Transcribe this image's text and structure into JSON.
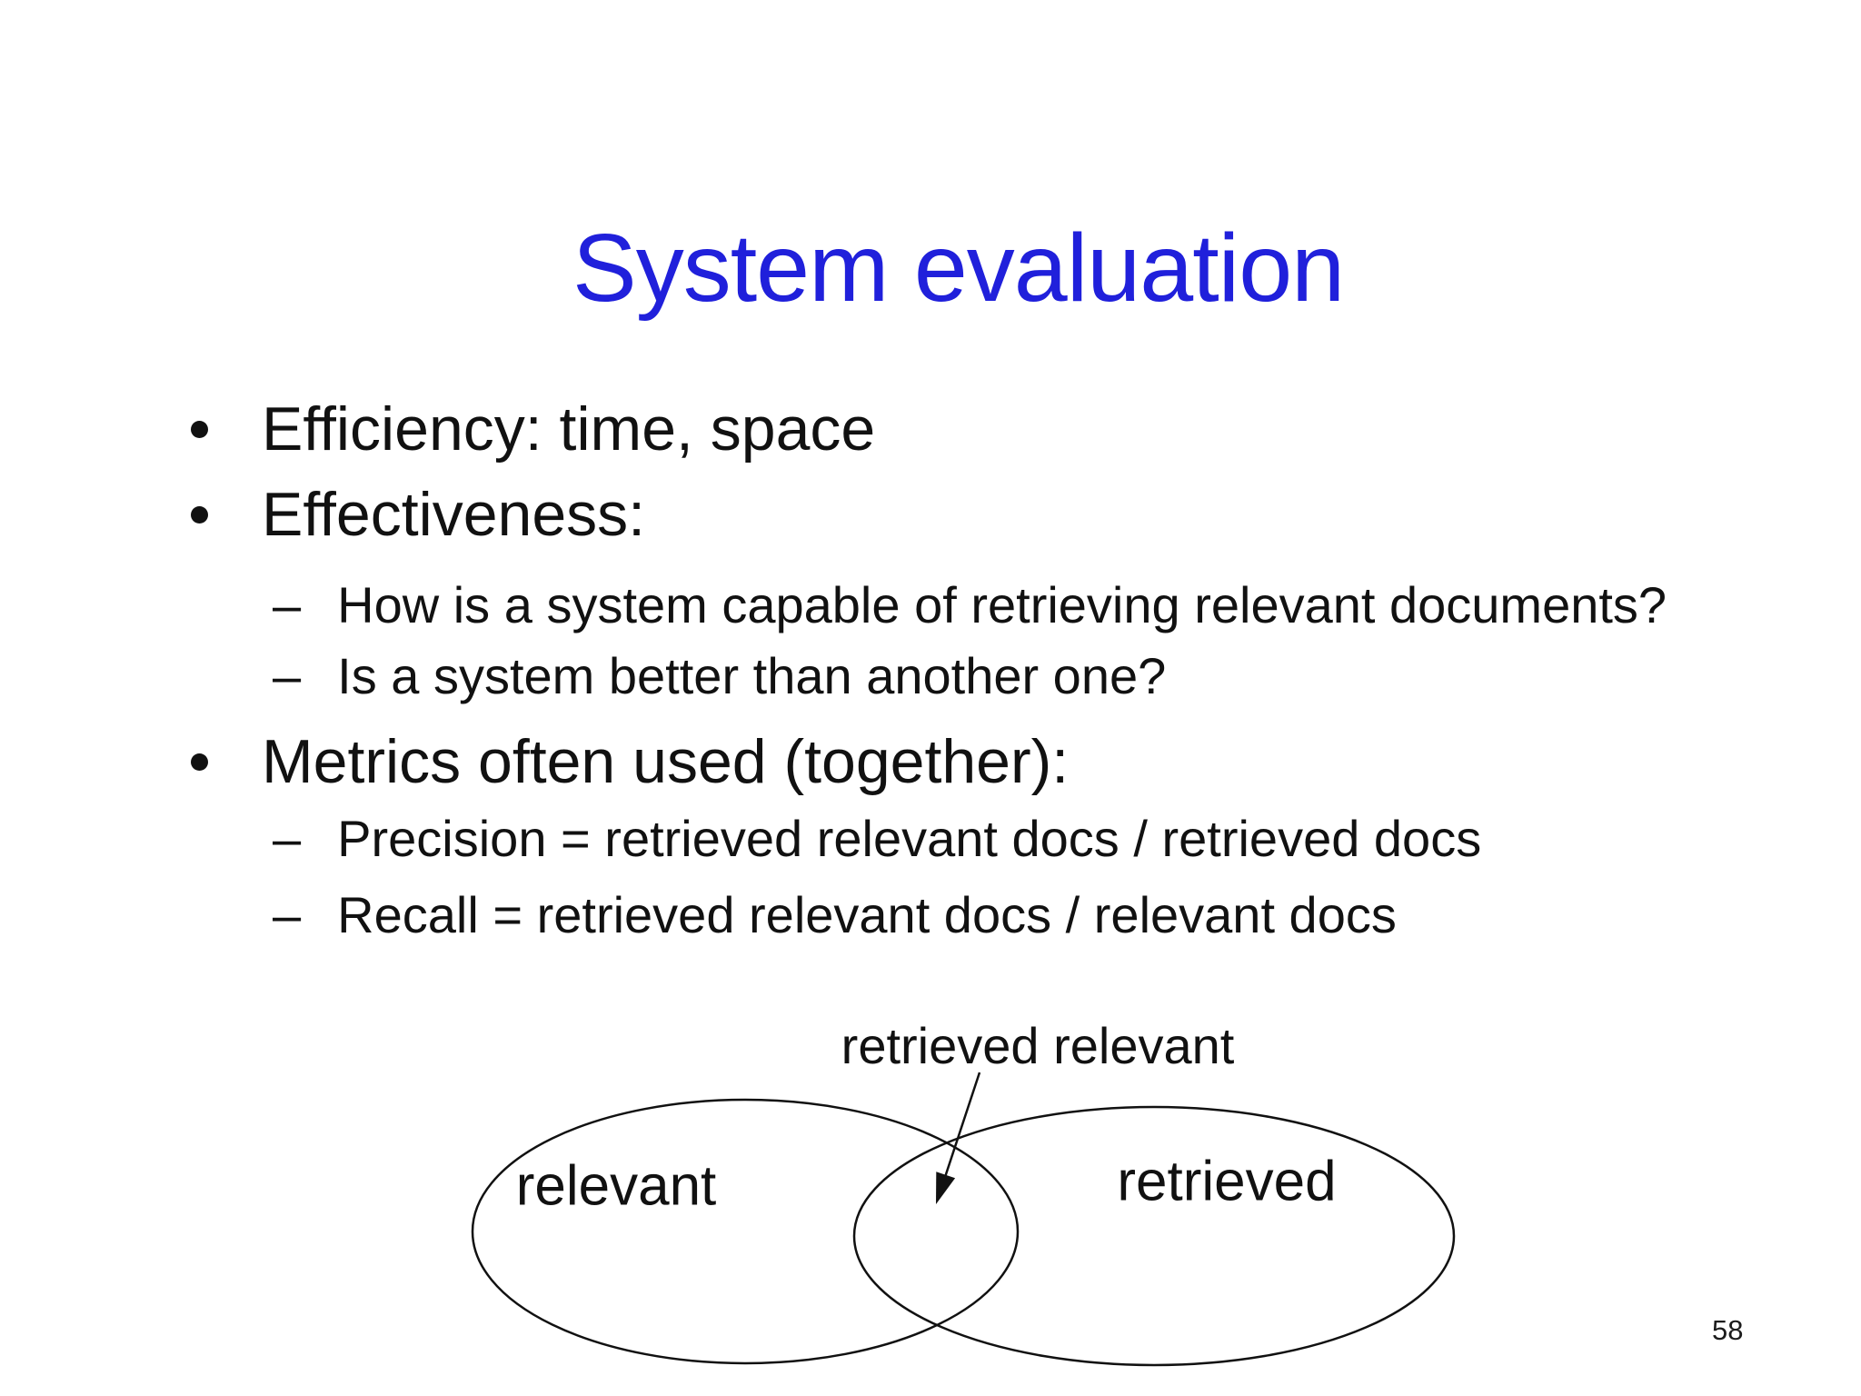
{
  "slide": {
    "title": "System evaluation",
    "title_color": "#2020DB",
    "text_color": "#111111",
    "background_color": "#ffffff",
    "page_number": "58"
  },
  "markers": {
    "level1_bullet": "circle-dot",
    "level2_dash": "–"
  },
  "bullets": [
    {
      "level": 1,
      "text": "Efficiency: time, space"
    },
    {
      "level": 1,
      "text": "Effectiveness:"
    },
    {
      "level": 2,
      "text": "How is a system capable of retrieving relevant documents?"
    },
    {
      "level": 2,
      "text": "Is a system better than another one?"
    },
    {
      "level": 1,
      "text": "Metrics often used (together):"
    },
    {
      "level": 2,
      "text": "Precision = retrieved relevant docs / retrieved docs"
    },
    {
      "level": 2,
      "text": "Recall = retrieved relevant docs / relevant docs"
    }
  ],
  "venn": {
    "intersection_label": "retrieved relevant",
    "left_set_label": "relevant",
    "right_set_label": "retrieved"
  }
}
